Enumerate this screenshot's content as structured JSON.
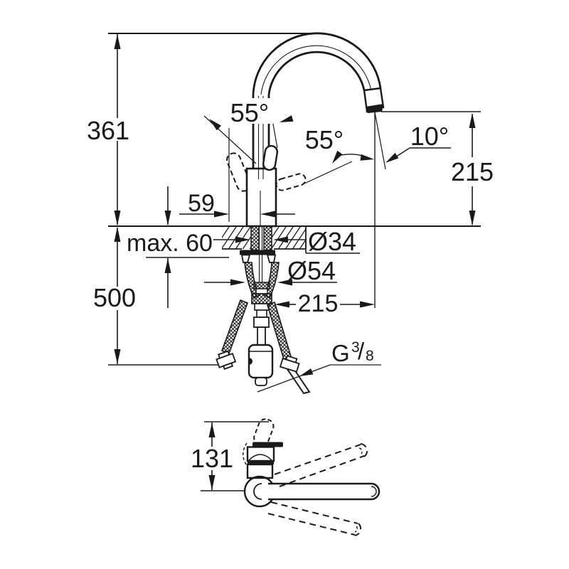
{
  "drawing_title": "faucet-dimension-drawing",
  "front_view": {
    "height_overall": "361",
    "height_below_deck": "500",
    "deck_thickness": "max. 60",
    "lever_offset": "59",
    "shank_diameter": "Ø34",
    "base_diameter": "Ø54",
    "spout_reach": "215",
    "spout_height": "215",
    "lever_angle_left": "55°",
    "lever_angle_right": "55°",
    "spout_angle": "10°",
    "thread_g": "G",
    "thread_numerator": "3",
    "thread_slash": "/",
    "thread_denominator": "8"
  },
  "top_view": {
    "body_depth": "131"
  },
  "colors": {
    "line": "#1a1a1a",
    "background": "#ffffff"
  }
}
